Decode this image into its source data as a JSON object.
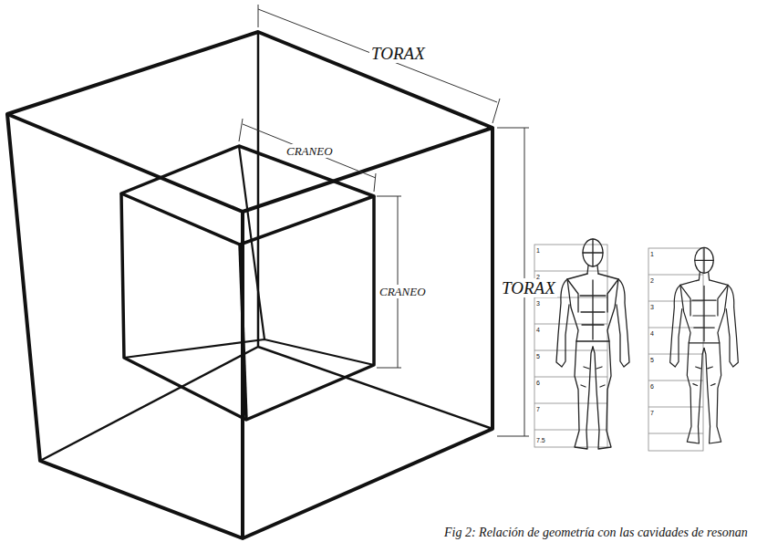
{
  "diagram": {
    "caption": "Fig 2: Relación de geometría con las cavidades de resonan",
    "labels": [
      "TORAX",
      "CRANEO",
      "CRANEO",
      "TORAX",
      "1",
      "2",
      "3",
      "4",
      "5",
      "6",
      "7",
      "7.5",
      "1",
      "2",
      "3",
      "4",
      "5",
      "6",
      "7"
    ]
  }
}
